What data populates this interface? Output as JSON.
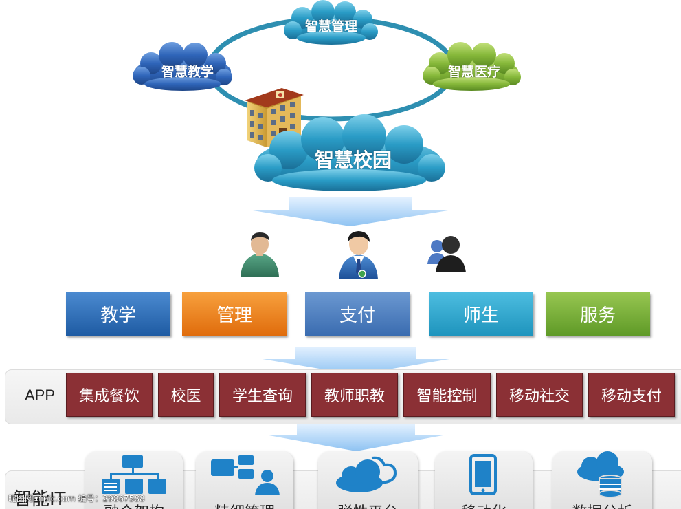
{
  "top_clouds": {
    "management": "智慧管理",
    "teaching": "智慧教学",
    "medical": "智慧医疗",
    "campus": "智慧校园"
  },
  "categories": [
    {
      "label": "教学",
      "color": "#2e6db4"
    },
    {
      "label": "管理",
      "color": "#ee7d17"
    },
    {
      "label": "支付",
      "color": "#4d7fc0"
    },
    {
      "label": "师生",
      "color": "#2ea6c9"
    },
    {
      "label": "服务",
      "color": "#79b13a"
    }
  ],
  "app_layer": {
    "label": "APP",
    "items": [
      "集成餐饮",
      "校医",
      "学生查询",
      "教师职教",
      "智能控制",
      "移动社交",
      "移动支付"
    ]
  },
  "it_layer": {
    "label": "智能IT",
    "items": [
      "融合架构",
      "精细管理",
      "弹性平台",
      "移动化",
      "数据分析"
    ],
    "icons": [
      "network-diagram-icon",
      "flowchart-user-icon",
      "cloud-icon",
      "tablet-icon",
      "cloud-database-icon"
    ]
  },
  "watermark": "昵图网 nipic.com  编号：29867588"
}
